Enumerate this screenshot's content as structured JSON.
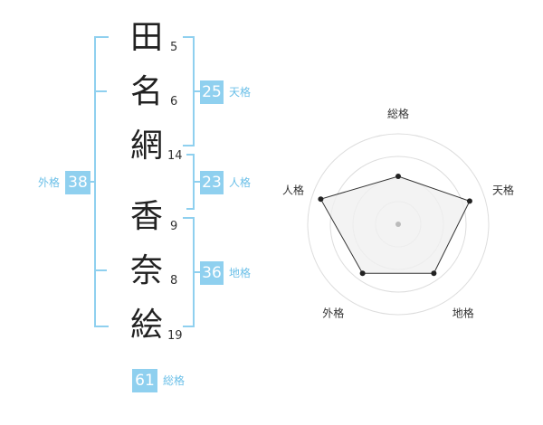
{
  "characters": [
    {
      "char": "田",
      "strokes": "5"
    },
    {
      "char": "名",
      "strokes": "6"
    },
    {
      "char": "網",
      "strokes": "14"
    },
    {
      "char": "香",
      "strokes": "9"
    },
    {
      "char": "奈",
      "strokes": "8"
    },
    {
      "char": "絵",
      "strokes": "19"
    }
  ],
  "fortunes": {
    "tenkaku": {
      "value": "25",
      "label": "天格"
    },
    "jinkaku": {
      "value": "23",
      "label": "人格"
    },
    "chikaku": {
      "value": "36",
      "label": "地格"
    },
    "gaikaku": {
      "value": "38",
      "label": "外格"
    },
    "soukaku": {
      "value": "61",
      "label": "総格"
    }
  },
  "chart_data": {
    "type": "radar",
    "axes": [
      "総格",
      "天格",
      "地格",
      "外格",
      "人格"
    ],
    "values": [
      0.53,
      0.83,
      0.67,
      0.67,
      0.9
    ],
    "max": 1,
    "rings": 4,
    "fill_color": "#f0f0f0",
    "line_color": "#333333",
    "ring_color": "#dddddd"
  }
}
